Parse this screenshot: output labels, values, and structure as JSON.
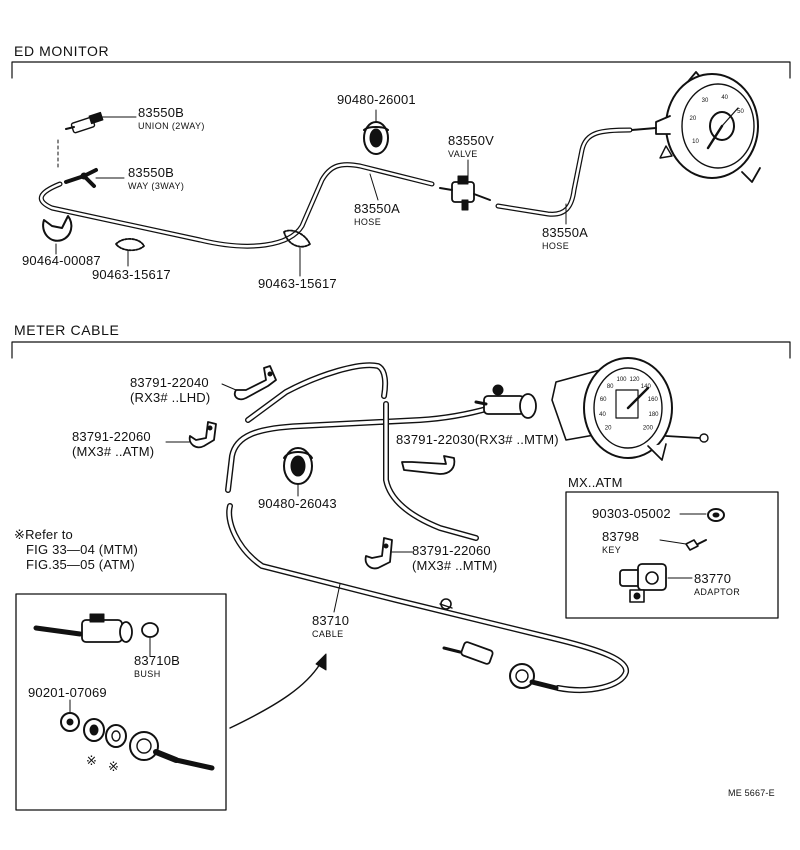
{
  "sections": {
    "ed_monitor": "ED  MONITOR",
    "meter_cable": "METER  CABLE"
  },
  "ed_monitor": {
    "p1": {
      "num": "83550B",
      "desc": "UNION (2WAY)"
    },
    "p2": {
      "num": "83550B",
      "desc": "WAY (3WAY)"
    },
    "p3": {
      "num": "90480-26001"
    },
    "p4": {
      "num": "83550V",
      "desc": "VALVE"
    },
    "p5": {
      "num": "83550A",
      "desc": "HOSE"
    },
    "p6": {
      "num": "83550A",
      "desc": "HOSE"
    },
    "p7": {
      "num": "90464-00087"
    },
    "p8": {
      "num": "90463-15617"
    },
    "p9": {
      "num": "90463-15617"
    }
  },
  "meter_cable": {
    "c1": {
      "num": "83791-22040",
      "desc": "(RX3# ..LHD)"
    },
    "c2": {
      "num": "83791-22060",
      "desc": "(MX3# ..ATM)"
    },
    "c3": {
      "num": "83791-22030(RX3# ..MTM)"
    },
    "c4": {
      "num": "90480-26043"
    },
    "c5": {
      "num": "83791-22060",
      "desc": "(MX3# ..MTM)"
    },
    "c6": {
      "num": "83710",
      "desc": "CABLE"
    },
    "refer": [
      "※Refer to",
      "FIG 33—04 (MTM)",
      "FIG.35—05 (ATM)"
    ],
    "inset": {
      "bush": {
        "num": "83710B",
        "desc": "BUSH"
      },
      "nut": {
        "num": "90201-07069"
      },
      "mark": "※"
    },
    "mx_atm": {
      "title": "MX..ATM",
      "items": [
        {
          "num": "90303-05002"
        },
        {
          "num": "83798",
          "desc": "KEY"
        },
        {
          "num": "83770",
          "desc": "ADAPTOR"
        }
      ]
    }
  },
  "footer": {
    "code": "ME 5667-E"
  },
  "gauges": {
    "top_marks": [
      "10",
      "20",
      "30",
      "40",
      "50"
    ],
    "speedo_marks": [
      "20",
      "40",
      "60",
      "80",
      "100",
      "120",
      "140",
      "160",
      "180",
      "200"
    ]
  }
}
